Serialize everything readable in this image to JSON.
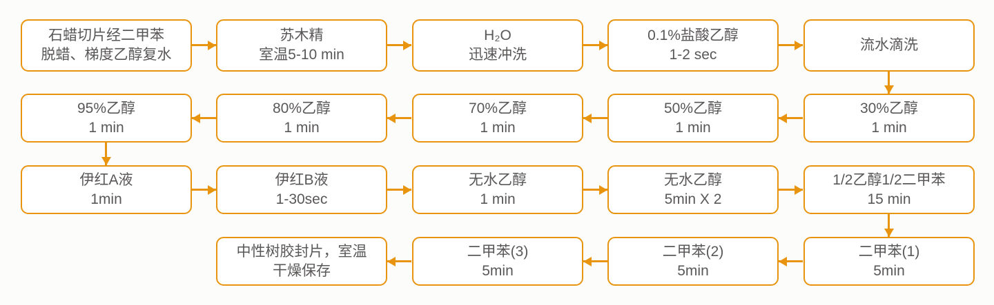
{
  "colors": {
    "accent": "#E8940F",
    "text": "#5a5757",
    "background": "#FCFCFA",
    "box_background": "#FFFFFF"
  },
  "flowchart": {
    "description_type": "staining-protocol-flowchart",
    "rows": [
      {
        "direction": "right",
        "boxes": [
          {
            "line1": "石蜡切片经二甲苯",
            "line2": "脱蜡、梯度乙醇复水"
          },
          {
            "line1": "苏木精",
            "line2": "室温5-10 min"
          },
          {
            "line1": "H₂O",
            "line2": "迅速冲洗"
          },
          {
            "line1": "0.1%盐酸乙醇",
            "line2": "1-2 sec"
          },
          {
            "line1": "流水滴洗",
            "line2": ""
          }
        ]
      },
      {
        "direction": "left",
        "boxes": [
          {
            "line1": "95%乙醇",
            "line2": "1 min"
          },
          {
            "line1": "80%乙醇",
            "line2": "1 min"
          },
          {
            "line1": "70%乙醇",
            "line2": "1 min"
          },
          {
            "line1": "50%乙醇",
            "line2": "1 min"
          },
          {
            "line1": "30%乙醇",
            "line2": "1 min"
          }
        ]
      },
      {
        "direction": "right",
        "boxes": [
          {
            "line1": "伊红A液",
            "line2": "1min"
          },
          {
            "line1": "伊红B液",
            "line2": "1-30sec"
          },
          {
            "line1": "无水乙醇",
            "line2": "1 min"
          },
          {
            "line1": "无水乙醇",
            "line2": "5min X 2"
          },
          {
            "line1": "1/2乙醇1/2二甲苯",
            "line2": "15 min"
          }
        ]
      },
      {
        "direction": "left",
        "boxes": [
          {
            "line1": "中性树胶封片，室温",
            "line2": "干燥保存"
          },
          {
            "line1": "二甲苯(3)",
            "line2": "5min"
          },
          {
            "line1": "二甲苯(2)",
            "line2": "5min"
          },
          {
            "line1": "二甲苯(1)",
            "line2": "5min"
          }
        ]
      }
    ]
  }
}
